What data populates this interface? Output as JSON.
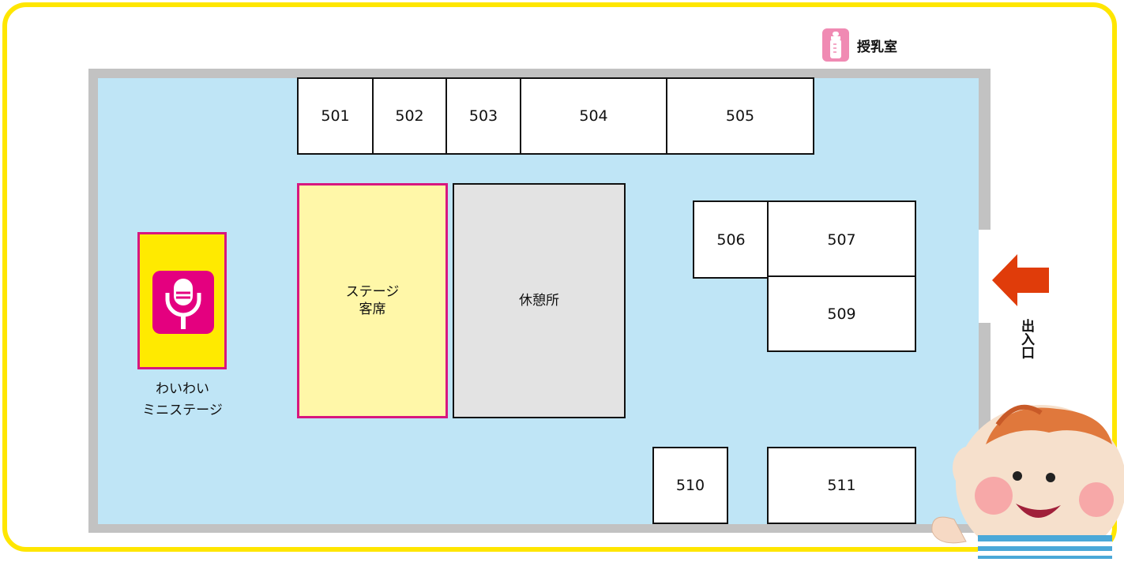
{
  "facilities": {
    "nursing_room": {
      "label": "授乳室",
      "icon": "baby-bottle-icon"
    },
    "entrance": {
      "label": "出入口",
      "icon": "arrow-left-icon"
    },
    "mini_stage": {
      "label_line1": "わいわい",
      "label_line2": "ミニステージ",
      "icon": "microphone-icon"
    },
    "stage_seating": {
      "line1": "ステージ",
      "line2": "客席"
    },
    "rest_area": {
      "label": "休憩所"
    }
  },
  "booths": [
    "501",
    "502",
    "503",
    "504",
    "505",
    "506",
    "507",
    "509",
    "510",
    "511"
  ],
  "colors": {
    "frame": "#ffe600",
    "hall_floor": "#bfe5f6",
    "hall_wall": "#c2c2c2",
    "stage_seating_fill": "#fff7a8",
    "stage_border": "#d8177f",
    "rest_area_fill": "#e3e3e3",
    "mini_stage_fill": "#ffea00",
    "mic_tile": "#e4007f",
    "nursing_icon": "#f08ab3",
    "entrance_arrow": "#e03c0a"
  }
}
